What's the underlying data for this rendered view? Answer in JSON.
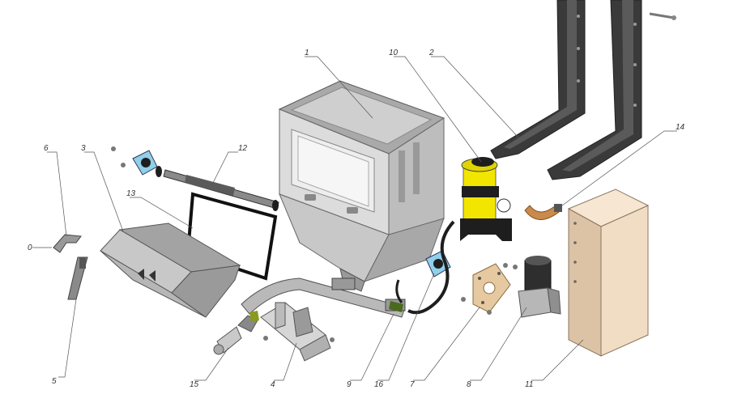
{
  "labels": [
    {
      "id": "1",
      "text": "1"
    },
    {
      "id": "2",
      "text": "2"
    },
    {
      "id": "3",
      "text": "3"
    },
    {
      "id": "4",
      "text": "4"
    },
    {
      "id": "5",
      "text": "5"
    },
    {
      "id": "6",
      "text": "6"
    },
    {
      "id": "7",
      "text": "7"
    },
    {
      "id": "8",
      "text": "8"
    },
    {
      "id": "9",
      "text": "9"
    },
    {
      "id": "10",
      "text": "10"
    },
    {
      "id": "11",
      "text": "11"
    },
    {
      "id": "12",
      "text": "12"
    },
    {
      "id": "13",
      "text": "13"
    },
    {
      "id": "14",
      "text": "14"
    },
    {
      "id": "15",
      "text": "15"
    },
    {
      "id": "16",
      "text": "16"
    },
    {
      "id": "0",
      "text": "0"
    }
  ],
  "colors": {
    "steel_light": "#d9d9d9",
    "steel_mid": "#b3b3b3",
    "steel_dark": "#8a8a8a",
    "bracket_black": "#3a3a3a",
    "pump_yellow": "#f2e600",
    "flange_blue": "#8fd0ea",
    "cabinet_beige": "#f1dcc4",
    "copper": "#c98a4b",
    "plate_tan": "#e6c9a0",
    "hose_black": "#1e1e1e"
  }
}
